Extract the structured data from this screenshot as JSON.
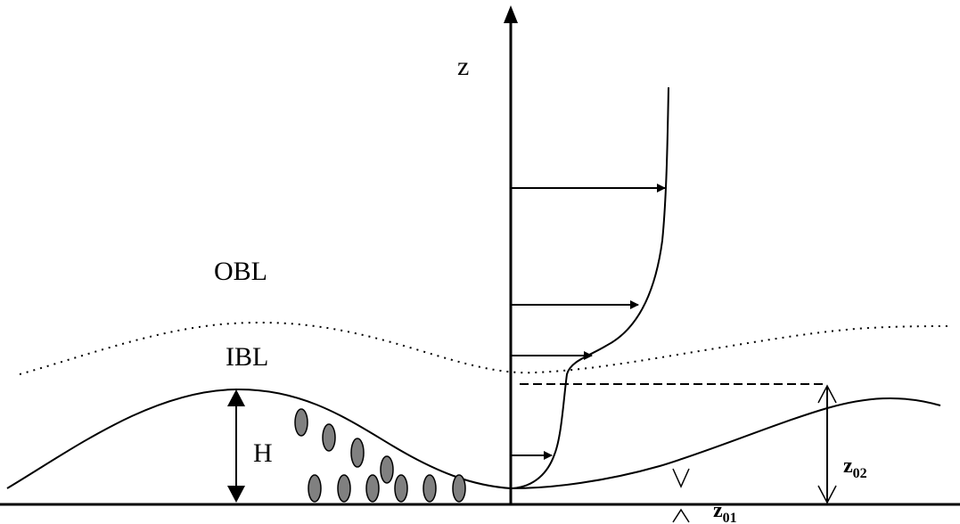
{
  "labels": {
    "z_axis": "z",
    "outer_layer": "OBL",
    "inner_layer": "IBL",
    "hill_height": "H",
    "roughness_2": {
      "base": "z",
      "sub": "02"
    },
    "roughness_1": {
      "base": "z",
      "sub": "01"
    }
  },
  "colors": {
    "line": "#000000",
    "vegetation": "#808080",
    "background": "#ffffff"
  }
}
